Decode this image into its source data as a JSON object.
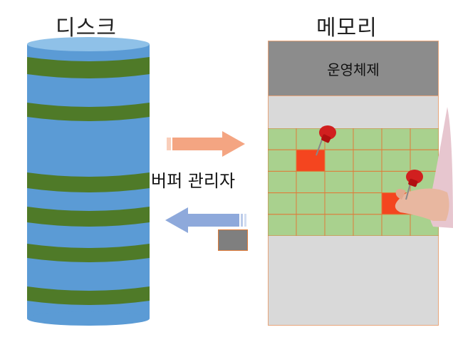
{
  "disk": {
    "title": "디스크"
  },
  "memory": {
    "title": "메모리",
    "os_label": "운영체제"
  },
  "buffer_manager": {
    "label": "버퍼 관리자"
  },
  "colors": {
    "disk_blue": "#5b9bd5",
    "disk_top": "#8fc1e8",
    "disk_band": "#4f7a28",
    "page_green": "#a9d18e",
    "page_red": "#f4451f",
    "arrow_orange": "#f4a582",
    "arrow_blue": "#8ea9db",
    "os_gray": "#8c8c8c",
    "memory_gray": "#d9d9d9"
  },
  "grid": {
    "rows": 5,
    "cols": 6,
    "red_cells": [
      [
        1,
        1
      ],
      [
        3,
        4
      ]
    ]
  },
  "icons": [
    "pushpin-icon",
    "pushpin-icon"
  ]
}
